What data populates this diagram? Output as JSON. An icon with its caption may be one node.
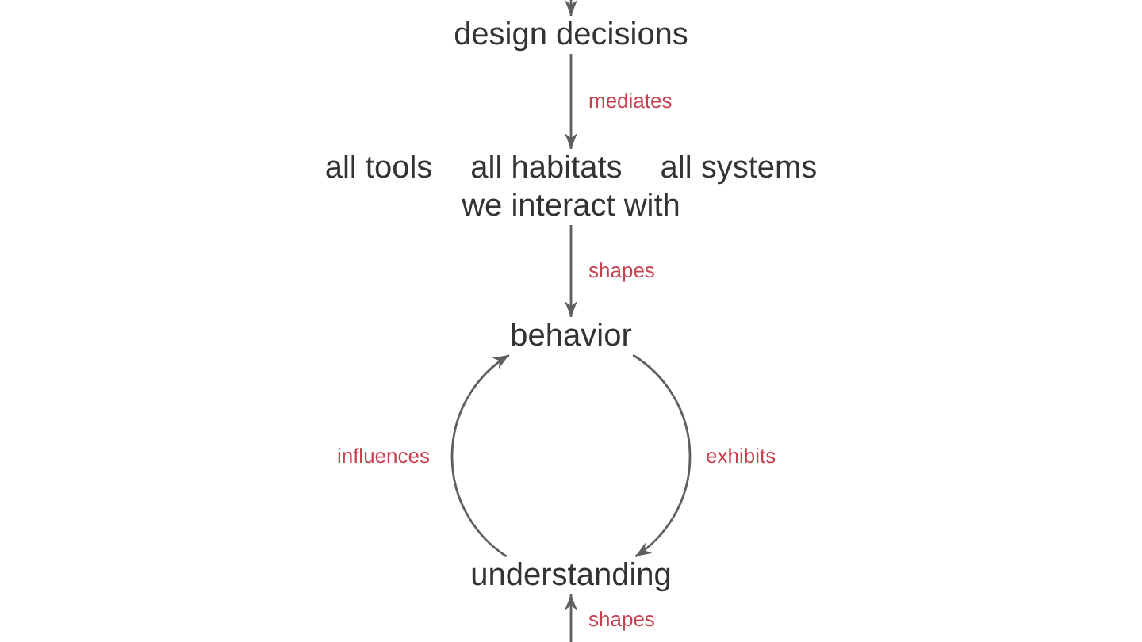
{
  "diagram": {
    "nodes": [
      {
        "text": [
          "design decisions"
        ]
      },
      {
        "text": [
          "all tools",
          "all habitats",
          "all systems",
          "we interact with"
        ]
      },
      {
        "text": [
          "behavior"
        ]
      },
      {
        "text": [
          "understanding"
        ]
      }
    ],
    "edges": [
      {
        "from": null,
        "to": 0,
        "arrow": "to"
      },
      {
        "from": 0,
        "to": 1,
        "arrow": "to",
        "label": "mediates"
      },
      {
        "from": 1,
        "to": 2,
        "arrow": "to",
        "label": "shapes"
      },
      {
        "from": 2,
        "to": 3,
        "arrow": "to",
        "label": "exhibits"
      },
      {
        "from": 3,
        "to": 2,
        "arrow": "to",
        "label": "influences"
      },
      {
        "from": null,
        "to": 3,
        "arrow": "to",
        "label": "shapes"
      }
    ]
  }
}
